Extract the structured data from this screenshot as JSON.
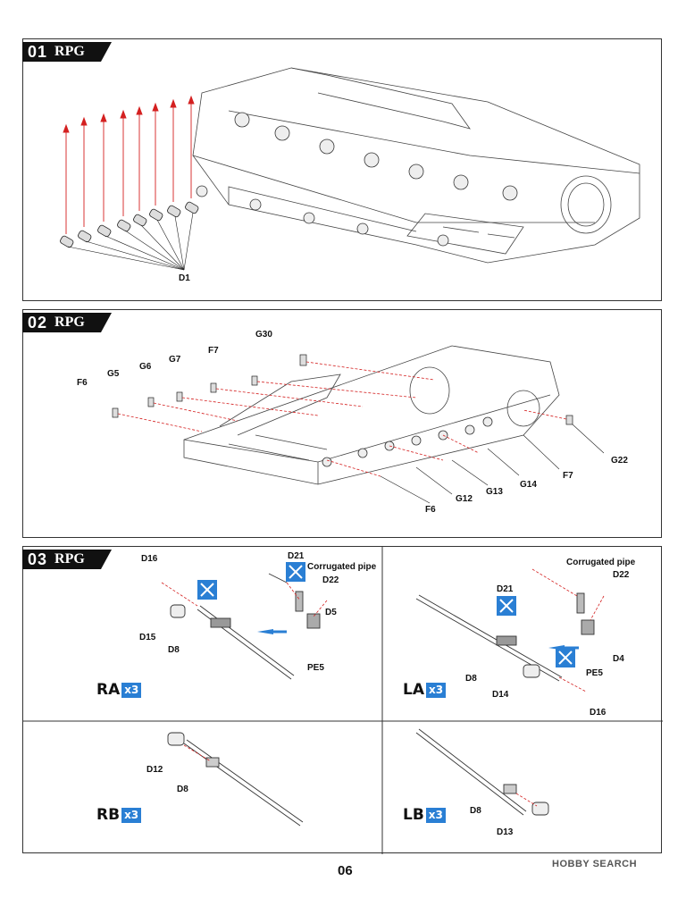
{
  "page_number": "06",
  "watermark": "HOBBY SEARCH",
  "brand": "RPG",
  "steps": [
    {
      "number": "01",
      "labels": {
        "d1": "D1"
      }
    },
    {
      "number": "02",
      "labels": {
        "g30": "G30",
        "f7a": "F7",
        "g7": "G7",
        "g6": "G6",
        "g5": "G5",
        "f6a": "F6",
        "g22": "G22",
        "f7b": "F7",
        "g14": "G14",
        "g13": "G13",
        "g12": "G12",
        "f6b": "F6"
      }
    },
    {
      "number": "03",
      "sub": {
        "ra": {
          "title": "RA",
          "mult": "x3",
          "labels": {
            "d16": "D16",
            "d21": "D21",
            "pipe": "Corrugated pipe",
            "d22": "D22",
            "d5": "D5",
            "pe5": "PE5",
            "d15": "D15",
            "d8": "D8"
          }
        },
        "la": {
          "title": "LA",
          "mult": "x3",
          "labels": {
            "pipe": "Corrugated pipe",
            "d22": "D22",
            "d21": "D21",
            "d4": "D4",
            "pe5": "PE5",
            "d8": "D8",
            "d14": "D14",
            "d16": "D16"
          }
        },
        "rb": {
          "title": "RB",
          "mult": "x3",
          "labels": {
            "d12": "D12",
            "d8": "D8"
          }
        },
        "lb": {
          "title": "LB",
          "mult": "x3",
          "labels": {
            "d8": "D8",
            "d13": "D13"
          }
        }
      }
    }
  ],
  "colors": {
    "accent": "#2a7fd4",
    "arrow_red": "#d42020",
    "ink": "#111111"
  }
}
